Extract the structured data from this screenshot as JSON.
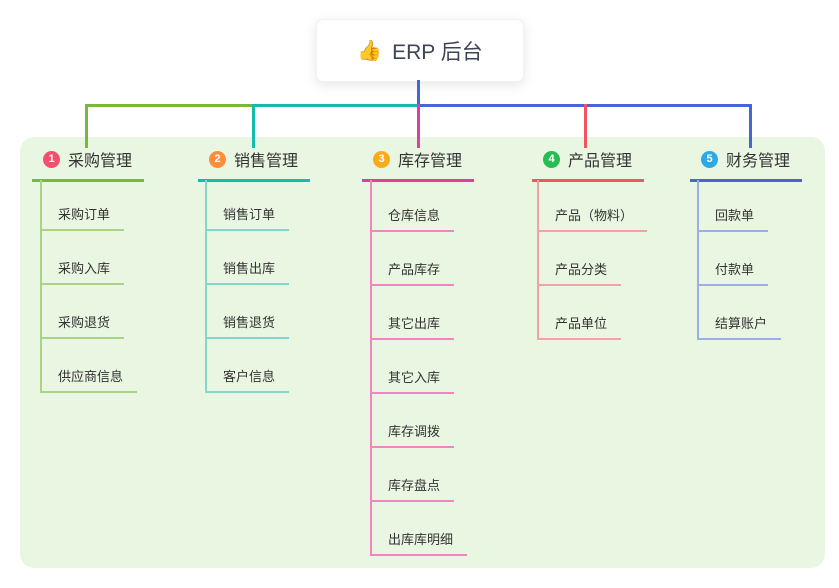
{
  "root": {
    "icon": "👍",
    "title": "ERP 后台",
    "line_color": "#4467d2"
  },
  "panel_bg": "#e8f6e2",
  "branches": [
    {
      "num": "1",
      "title": "采购管理",
      "badge_color": "#f4506c",
      "line_color": "#7ab83c",
      "leaf_line_color": "#aad387",
      "items": [
        "采购订单",
        "采购入库",
        "采购退货",
        "供应商信息"
      ]
    },
    {
      "num": "2",
      "title": "销售管理",
      "badge_color": "#fd8e3d",
      "line_color": "#13bcab",
      "leaf_line_color": "#84d7cc",
      "items": [
        "销售订单",
        "销售出库",
        "销售退货",
        "客户信息"
      ]
    },
    {
      "num": "3",
      "title": "库存管理",
      "badge_color": "#f9ac18",
      "line_color": "#e0409b",
      "leaf_line_color": "#f085c2",
      "items": [
        "仓库信息",
        "产品库存",
        "其它出库",
        "其它入库",
        "库存调拨",
        "库存盘点",
        "出库库明细"
      ]
    },
    {
      "num": "4",
      "title": "产品管理",
      "badge_color": "#27bd52",
      "line_color": "#f15562",
      "leaf_line_color": "#f6a0a8",
      "items": [
        "产品（物料）",
        "产品分类",
        "产品单位"
      ]
    },
    {
      "num": "5",
      "title": "财务管理",
      "badge_color": "#2fa9e6",
      "line_color": "#4467d2",
      "leaf_line_color": "#9cade8",
      "items": [
        "回款单",
        "付款单",
        "结算账户"
      ]
    }
  ]
}
